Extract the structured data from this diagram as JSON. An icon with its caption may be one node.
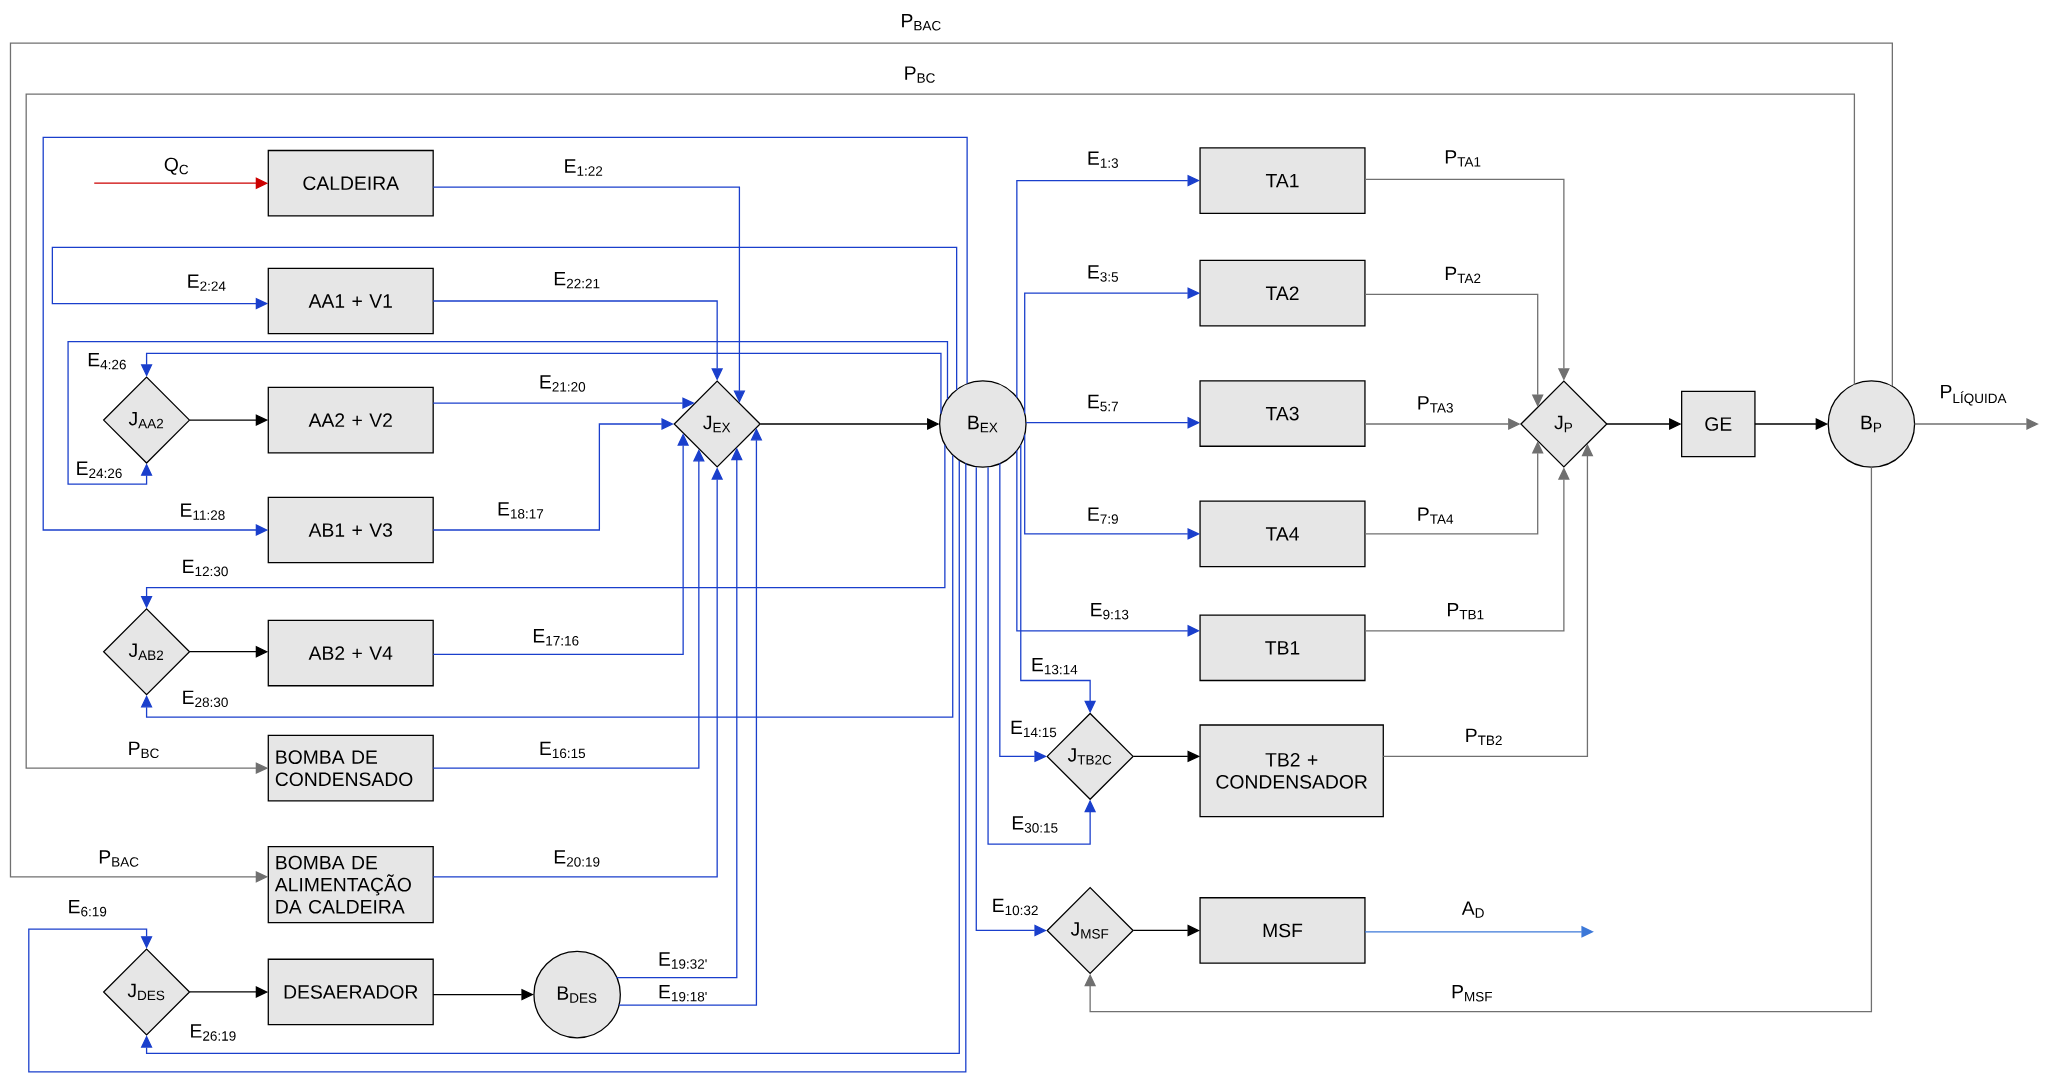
{
  "diagram": {
    "nodes": [
      {
        "text": [
          "CALDEIRA"
        ]
      },
      {
        "text": [
          "AA1 + V1"
        ]
      },
      {
        "text": [
          "J$_{AA2}$"
        ]
      },
      {
        "text": [
          "AA2 + V2"
        ]
      },
      {
        "text": [
          "AB1 + V3"
        ]
      },
      {
        "text": [
          "J$_{AB2}$"
        ]
      },
      {
        "text": [
          "AB2 + V4"
        ]
      },
      {
        "text": [
          "BOMBA DE CONDENSADO"
        ]
      },
      {
        "text": [
          "BOMBA DE ALIMENTAÇÃO DA CALDEIRA"
        ]
      },
      {
        "text": [
          "J$_{DES}$"
        ]
      },
      {
        "text": [
          "DESAERADOR"
        ]
      },
      {
        "text": [
          "B$_{DES}$"
        ]
      },
      {
        "text": [
          "J$_{EX}$"
        ]
      },
      {
        "text": [
          "B$_{EX}$"
        ]
      },
      {
        "text": [
          "TA1"
        ]
      },
      {
        "text": [
          "TA2"
        ]
      },
      {
        "text": [
          "TA3"
        ]
      },
      {
        "text": [
          "TA4"
        ]
      },
      {
        "text": [
          "TB1"
        ]
      },
      {
        "text": [
          "J$_{TB2C}$"
        ]
      },
      {
        "text": [
          "TB2 + CONDENSADOR"
        ]
      },
      {
        "text": [
          "J$_{MSF}$"
        ]
      },
      {
        "text": [
          "MSF"
        ]
      },
      {
        "text": [
          "J$_{P}$"
        ]
      },
      {
        "text": [
          "GE"
        ]
      },
      {
        "text": [
          "B$_{P}$"
        ]
      }
    ],
    "edges": [
      {
        "from": null,
        "to": 0,
        "arrow": "to",
        "label": "Q$_{C}$",
        "color": "#cc0000"
      },
      {
        "from": 0,
        "to": 12,
        "arrow": "to",
        "label": "E$_{1:22}$"
      },
      {
        "from": 1,
        "to": 12,
        "arrow": "to",
        "label": "E$_{22:21}$"
      },
      {
        "from": 3,
        "to": 12,
        "arrow": "to",
        "label": "E$_{21:20}$"
      },
      {
        "from": 4,
        "to": 12,
        "arrow": "to",
        "label": "E$_{18:17}$"
      },
      {
        "from": 6,
        "to": 12,
        "arrow": "to",
        "label": "E$_{17:16}$"
      },
      {
        "from": 7,
        "to": 12,
        "arrow": "to",
        "label": "E$_{16:15}$"
      },
      {
        "from": 8,
        "to": 12,
        "arrow": "to",
        "label": "E$_{20:19}$"
      },
      {
        "from": 11,
        "to": 12,
        "arrow": "to",
        "label": "E$_{19:32'}$"
      },
      {
        "from": 11,
        "to": 12,
        "arrow": "to",
        "label": "E$_{19:18'}$"
      },
      {
        "from": 13,
        "to": 1,
        "arrow": "to",
        "label": "E$_{2:24}$"
      },
      {
        "from": 13,
        "to": 2,
        "arrow": "to",
        "label": "E$_{4:26}$"
      },
      {
        "from": 13,
        "to": 2,
        "arrow": "to",
        "label": "E$_{24:26}$"
      },
      {
        "from": 13,
        "to": 4,
        "arrow": "to",
        "label": "E$_{11:28}$"
      },
      {
        "from": 13,
        "to": 5,
        "arrow": "to",
        "label": "E$_{12:30}$"
      },
      {
        "from": 13,
        "to": 5,
        "arrow": "to",
        "label": "E$_{28:30}$"
      },
      {
        "from": 13,
        "to": 9,
        "arrow": "to",
        "label": "E$_{6:19}$"
      },
      {
        "from": 13,
        "to": 9,
        "arrow": "to",
        "label": "E$_{26:19}$"
      },
      {
        "from": 13,
        "to": 14,
        "arrow": "to",
        "label": "E$_{1:3}$"
      },
      {
        "from": 13,
        "to": 15,
        "arrow": "to",
        "label": "E$_{3:5}$"
      },
      {
        "from": 13,
        "to": 16,
        "arrow": "to",
        "label": "E$_{5:7}$"
      },
      {
        "from": 13,
        "to": 17,
        "arrow": "to",
        "label": "E$_{7:9}$"
      },
      {
        "from": 13,
        "to": 18,
        "arrow": "to",
        "label": "E$_{9:13}$"
      },
      {
        "from": 13,
        "to": 19,
        "arrow": "to",
        "label": "E$_{13:14}$"
      },
      {
        "from": 13,
        "to": 19,
        "arrow": "to",
        "label": "E$_{14:15}$"
      },
      {
        "from": 13,
        "to": 19,
        "arrow": "to",
        "label": "E$_{30:15}$"
      },
      {
        "from": 13,
        "to": 21,
        "arrow": "to",
        "label": "E$_{10:32}$"
      },
      {
        "from": 12,
        "to": 13,
        "arrow": "to",
        "color": "#000000"
      },
      {
        "from": 2,
        "to": 3,
        "arrow": "to",
        "color": "#000000"
      },
      {
        "from": 5,
        "to": 6,
        "arrow": "to",
        "color": "#000000"
      },
      {
        "from": 9,
        "to": 10,
        "arrow": "to",
        "color": "#000000"
      },
      {
        "from": 10,
        "to": 11,
        "arrow": "to",
        "color": "#000000"
      },
      {
        "from": 19,
        "to": 20,
        "arrow": "to",
        "color": "#000000"
      },
      {
        "from": 21,
        "to": 22,
        "arrow": "to",
        "color": "#000000"
      },
      {
        "from": 23,
        "to": 24,
        "arrow": "to",
        "color": "#000000"
      },
      {
        "from": 24,
        "to": 25,
        "arrow": "to",
        "color": "#000000"
      },
      {
        "from": 14,
        "to": 23,
        "arrow": "to",
        "label": "P$_{TA1}$",
        "color": "#707070"
      },
      {
        "from": 15,
        "to": 23,
        "arrow": "to",
        "label": "P$_{TA2}$",
        "color": "#707070"
      },
      {
        "from": 16,
        "to": 23,
        "arrow": "to",
        "label": "P$_{TA3}$",
        "color": "#707070"
      },
      {
        "from": 17,
        "to": 23,
        "arrow": "to",
        "label": "P$_{TA4}$",
        "color": "#707070"
      },
      {
        "from": 18,
        "to": 23,
        "arrow": "to",
        "label": "P$_{TB1}$",
        "color": "#707070"
      },
      {
        "from": 20,
        "to": 23,
        "arrow": "to",
        "label": "P$_{TB2}$",
        "color": "#707070"
      },
      {
        "from": 25,
        "to": null,
        "arrow": "to",
        "label": "P$_{LÍQUIDA}$",
        "color": "#707070"
      },
      {
        "from": 25,
        "to": 7,
        "arrow": "to",
        "label": "P$_{BC}$",
        "color": "#707070"
      },
      {
        "from": 25,
        "to": 8,
        "arrow": "to",
        "label": "P$_{BAC}$",
        "color": "#707070"
      },
      {
        "from": 25,
        "to": 21,
        "arrow": "to",
        "label": "P$_{MSF}$",
        "color": "#707070"
      },
      {
        "from": 22,
        "to": null,
        "arrow": "to",
        "label": "A$_{D}$",
        "color": "#3c78d8"
      }
    ],
    "labels": [
      "P$_{BAC}$",
      "P$_{BC}$"
    ]
  }
}
